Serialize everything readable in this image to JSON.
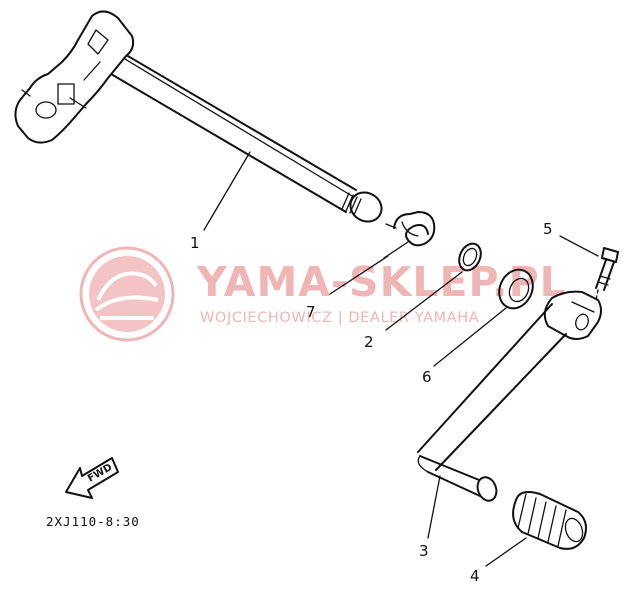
{
  "watermark": {
    "title": "YAMA-SKLEP.PL",
    "subtitle": "WOJCIECHOWICZ | DEALER YAMAHA",
    "color": "#f0b5b5"
  },
  "callouts": [
    {
      "id": "1",
      "text": "1"
    },
    {
      "id": "2",
      "text": "2"
    },
    {
      "id": "3",
      "text": "3"
    },
    {
      "id": "4",
      "text": "4"
    },
    {
      "id": "5",
      "text": "5"
    },
    {
      "id": "6",
      "text": "6"
    },
    {
      "id": "7",
      "text": "7"
    }
  ],
  "fwd_label": "FWD",
  "diagram_code": "2XJ110-8:30"
}
